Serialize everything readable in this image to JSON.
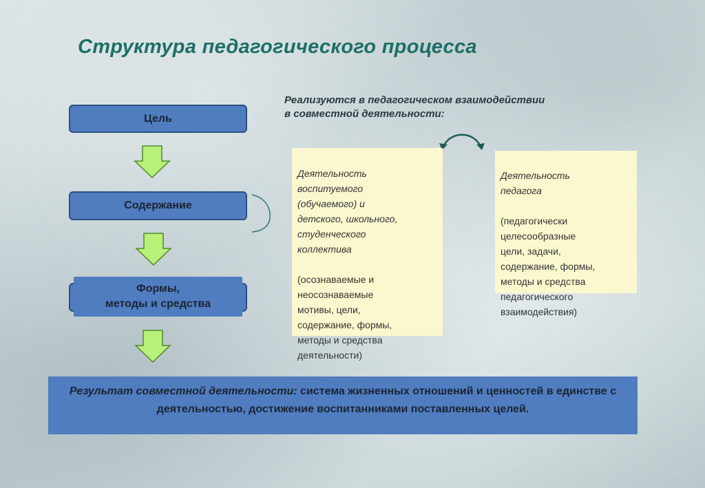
{
  "slide": {
    "title": "Структура педагогического процесса",
    "subtitle": "Реализуются в педагогическом взаимодействии\nв совместной деятельности:"
  },
  "flow": {
    "goal": "Цель",
    "content": "Содержание",
    "forms": "Формы,\nметоды и средства"
  },
  "notes": {
    "learner_italic": "Деятельность\nвоспитуемого\n(обучаемого) и\nдетского, школьного,\nстуденческого\nколлектива",
    "learner_plain": "(осознаваемые и\nнеосознаваемые\nмотивы, цели,\nсодержание, формы,\nметоды и средства\nдеятельности)",
    "teacher_italic": "Деятельность\nпедагога",
    "teacher_plain": "(педагогически\nцелесообразные\nцели, задачи,\nсодержание, формы,\nметоды и средства\nпедагогического\nвзаимодействия)"
  },
  "result": {
    "lead": "Результат совместной деятельности:",
    "text": " система жизненных отношений и ценностей в единстве с деятельностью, достижение воспитанниками поставленных целей."
  },
  "colors": {
    "title": "#1d6f66",
    "box_fill": "#4f7dc0",
    "note_fill": "#fbf8cf",
    "arrow_fill": "#b9f07a"
  }
}
